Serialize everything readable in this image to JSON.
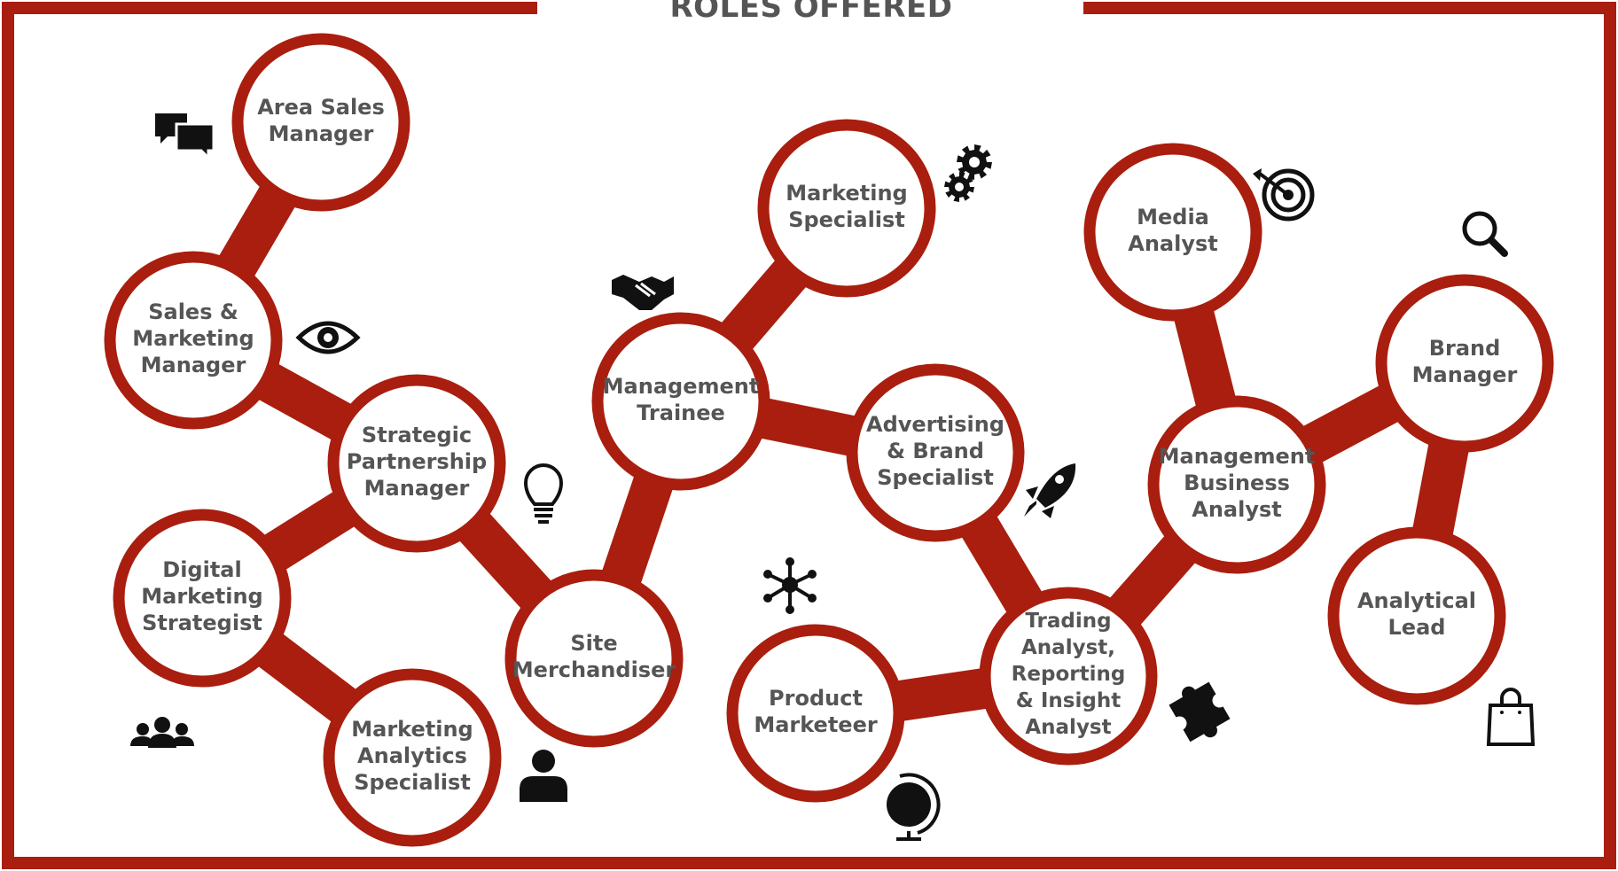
{
  "title": "ROLES OFFERED",
  "colors": {
    "accent": "#a91e0e",
    "text": "#555555",
    "icon": "#111111",
    "background": "#ffffff"
  },
  "roles": [
    {
      "id": "area-sales",
      "label": "Area Sales\nManager"
    },
    {
      "id": "sales-marketing",
      "label": "Sales &\nMarketing\nManager"
    },
    {
      "id": "strategic-partnership",
      "label": "Strategic\nPartnership\nManager"
    },
    {
      "id": "digital-marketing",
      "label": "Digital\nMarketing\nStrategist"
    },
    {
      "id": "marketing-analytics",
      "label": "Marketing\nAnalytics\nSpecialist"
    },
    {
      "id": "site-merchandiser",
      "label": "Site\nMerchandiser"
    },
    {
      "id": "management-trainee",
      "label": "Management\nTrainee"
    },
    {
      "id": "marketing-specialist",
      "label": "Marketing\nSpecialist"
    },
    {
      "id": "advertising-brand",
      "label": "Advertising\n& Brand\nSpecialist"
    },
    {
      "id": "product-marketeer",
      "label": "Product\nMarketeer"
    },
    {
      "id": "trading-analyst",
      "label": "Trading\nAnalyst,\nReporting\n& Insight\nAnalyst"
    },
    {
      "id": "media-analyst",
      "label": "Media\nAnalyst"
    },
    {
      "id": "management-business",
      "label": "Management\nBusiness\nAnalyst"
    },
    {
      "id": "brand-manager",
      "label": "Brand\nManager"
    },
    {
      "id": "analytical-lead",
      "label": "Analytical\nLead"
    }
  ],
  "links": [
    [
      "area-sales",
      "sales-marketing"
    ],
    [
      "sales-marketing",
      "strategic-partnership"
    ],
    [
      "strategic-partnership",
      "digital-marketing"
    ],
    [
      "strategic-partnership",
      "site-merchandiser"
    ],
    [
      "digital-marketing",
      "marketing-analytics"
    ],
    [
      "site-merchandiser",
      "management-trainee"
    ],
    [
      "management-trainee",
      "marketing-specialist"
    ],
    [
      "management-trainee",
      "advertising-brand"
    ],
    [
      "advertising-brand",
      "trading-analyst"
    ],
    [
      "product-marketeer",
      "trading-analyst"
    ],
    [
      "trading-analyst",
      "management-business"
    ],
    [
      "management-business",
      "media-analyst"
    ],
    [
      "management-business",
      "brand-manager"
    ],
    [
      "brand-manager",
      "analytical-lead"
    ]
  ],
  "icons": [
    "chat-bubbles-icon",
    "eye-icon",
    "lightbulb-icon",
    "people-group-icon",
    "person-icon",
    "handshake-icon",
    "gears-icon",
    "rocket-icon",
    "network-icon",
    "globe-icon",
    "target-icon",
    "puzzle-icon",
    "magnifier-icon",
    "shopping-bag-icon"
  ]
}
